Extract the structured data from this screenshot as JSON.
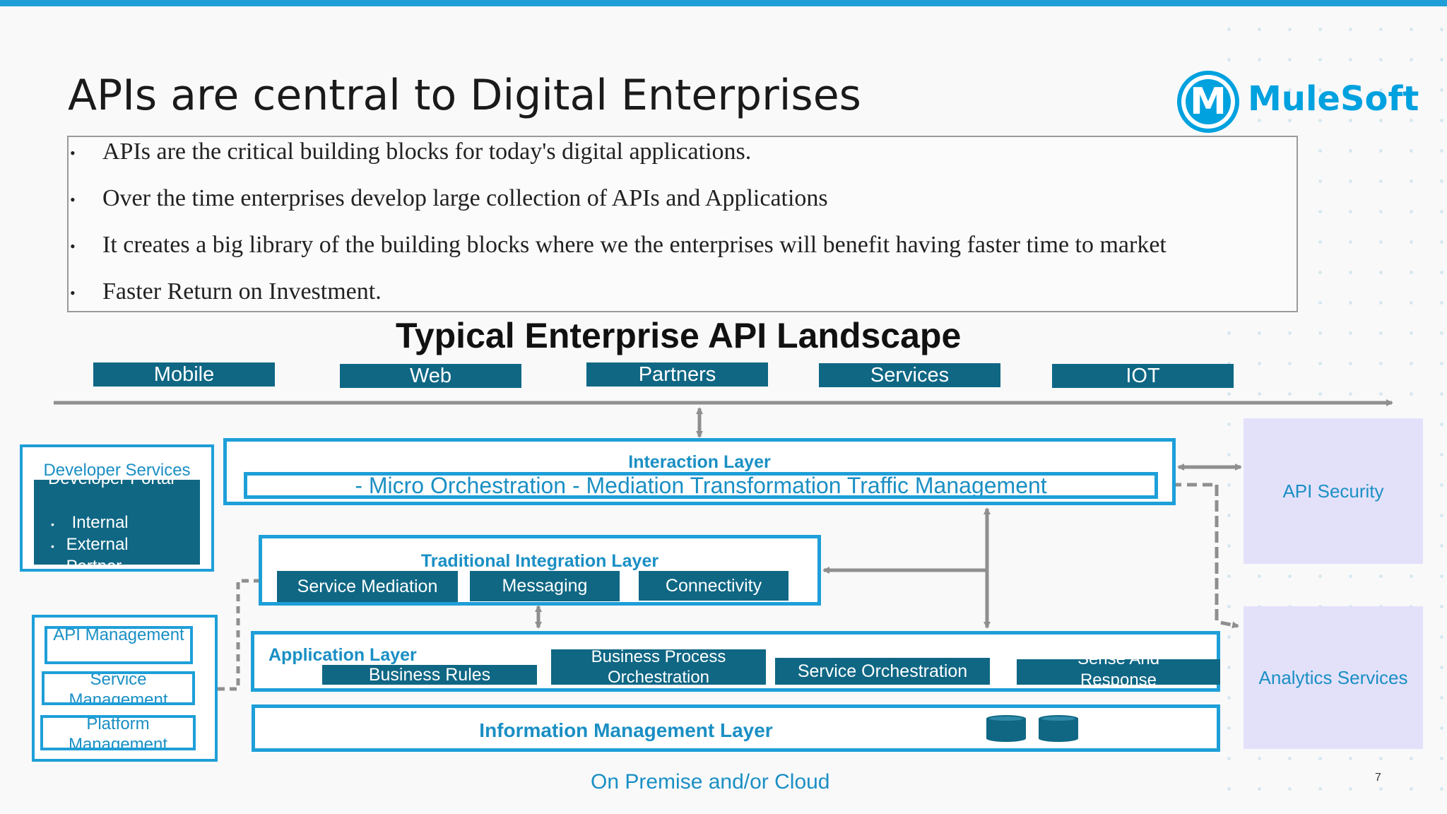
{
  "slide": {
    "title": "APIs are central to Digital Enterprises",
    "logo_text": "MuleSoft",
    "logo_mark": "M",
    "page_number": "7"
  },
  "bullets": [
    "APIs are the critical building blocks for today's digital applications.",
    "Over the time enterprises develop large collection of APIs and Applications",
    "It creates a big library of the building blocks where we the enterprises will benefit having faster time to market",
    "Faster Return on Investment."
  ],
  "bullet_marker": "•",
  "diagram": {
    "title": "Typical Enterprise API Landscape",
    "channels": [
      "Mobile",
      "Web",
      "Partners",
      "Services",
      "IOT"
    ],
    "developer_services": {
      "label": "Developer Services",
      "portal": "Developer Portal",
      "items": [
        "Internal",
        "External",
        "Partner"
      ]
    },
    "management": [
      "API Management",
      "Service Management",
      "Platform Management"
    ],
    "interaction_layer": {
      "label": "Interaction Layer",
      "bar": "- Micro Orchestration - Mediation Transformation Traffic Management"
    },
    "traditional_layer": {
      "label": "Traditional Integration Layer",
      "items": [
        "Service Mediation",
        "Messaging",
        "Connectivity"
      ]
    },
    "application_layer": {
      "label": "Application Layer",
      "items": [
        "Business Rules",
        "Business Process Orchestration",
        "Service Orchestration",
        "Sense And Response"
      ]
    },
    "information_layer": {
      "label": "Information Management Layer"
    },
    "right_panels": [
      "API Security",
      "Analytics Services"
    ],
    "footer": "On Premise  and/or Cloud"
  },
  "colors": {
    "accent_blue": "#1e9fd8",
    "teal": "#0f6784",
    "lavender": "#e3e1fa",
    "arrow_gray": "#8f8f8f"
  }
}
